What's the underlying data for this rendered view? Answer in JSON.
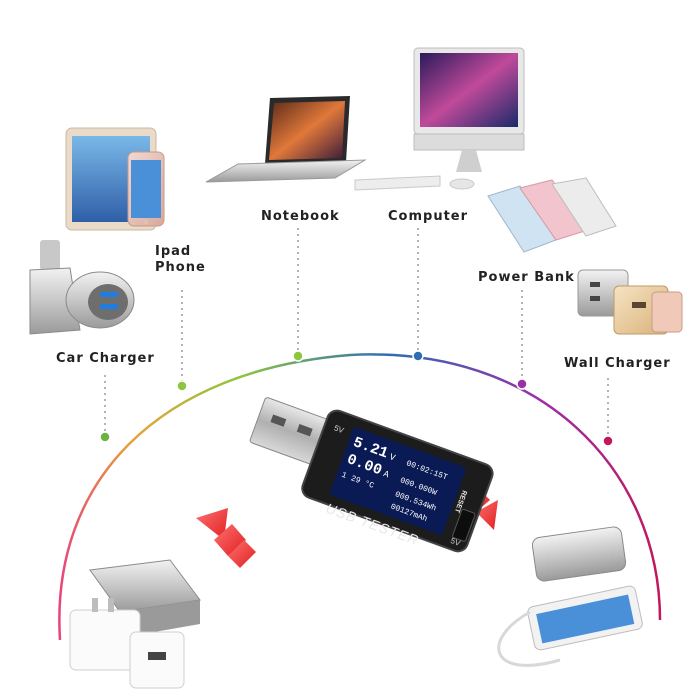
{
  "devices": {
    "ipad_phone": {
      "line1": "Ipad",
      "line2": "Phone",
      "icon": "tablet-phone-icon"
    },
    "notebook": {
      "label": "Notebook",
      "icon": "laptop-icon"
    },
    "computer": {
      "label": "Computer",
      "icon": "desktop-computer-icon"
    },
    "car_charger": {
      "label": "Car Charger",
      "icon": "car-charger-icon"
    },
    "power_bank": {
      "label": "Power Bank",
      "icon": "power-bank-icon"
    },
    "wall_charger": {
      "label": "Wall Charger",
      "icon": "wall-charger-icon"
    }
  },
  "tester": {
    "voltage": "5.21",
    "voltage_unit": "V",
    "time": "00:02:15T",
    "current": "0.00",
    "current_unit": "A",
    "power": "000.000W",
    "temp": "29 °C",
    "energy": "000.534Wh",
    "capacity": "00127mAh",
    "mode_index": "1",
    "brand": "USB TESTER",
    "reset": "RESET",
    "port_top": "5V",
    "port_bottom": "5V"
  },
  "colors": {
    "arc_start": "#e7457a",
    "arc_mid": "#8dc63f",
    "arc_blue": "#2f6db5",
    "arc_end": "#c2185b",
    "arrow_red": "#e83b3b",
    "device_body": "#1c1c1c",
    "lcd_bg": "#0a1a55"
  }
}
